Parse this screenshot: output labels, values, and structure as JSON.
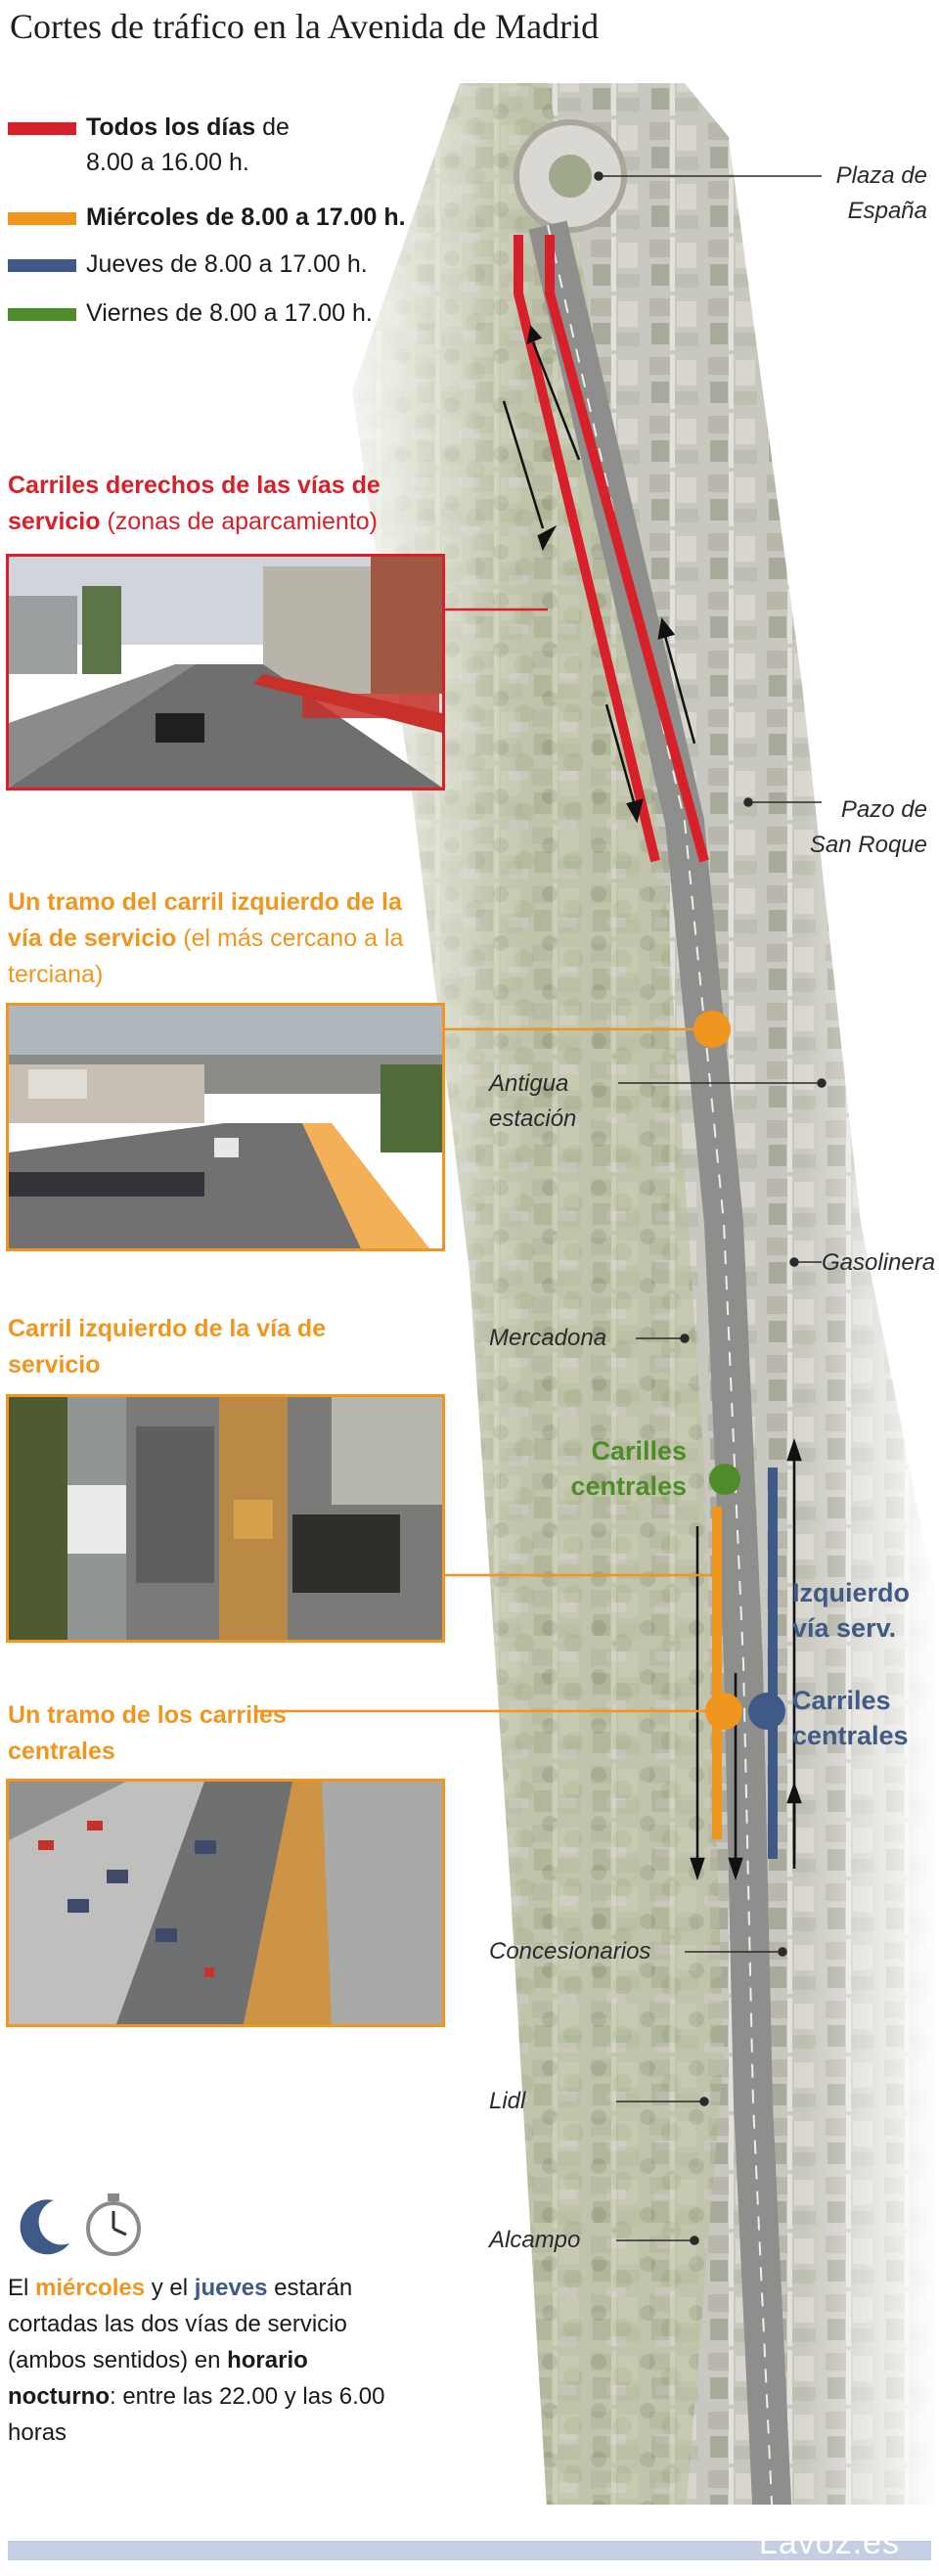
{
  "title": "Cortes de tráfico en la Avenida de Madrid",
  "colors": {
    "red": "#d7202a",
    "orange": "#f0961e",
    "blue": "#3f5a86",
    "green": "#4e8c2a",
    "grey": "#b0b0b0"
  },
  "legend": [
    {
      "color": "#d7202a",
      "bold": "Todos los días",
      "text": " de",
      "text2": "8.00 a 16.00 h."
    },
    {
      "color": "#f0961e",
      "bold": "Miércoles de 8.00 a 17.00 h.",
      "text": ""
    },
    {
      "color": "#3f5a86",
      "bold": "",
      "text": "Jueves de 8.00 a 17.00 h."
    },
    {
      "color": "#4e8c2a",
      "bold": "",
      "text": "Viernes de 8.00 a 17.00 h."
    }
  ],
  "sections": [
    {
      "title_bold": "Carriles derechos de las vías de servicio",
      "title_light": " (zonas de aparcamiento)",
      "color": "#d7202a"
    },
    {
      "title_bold": "Un tramo del carril izquierdo de la vía de servicio",
      "title_light": " (el más cercano a la terciana)",
      "color": "#f0961e"
    },
    {
      "title_bold": "Carril izquierdo de la vía de servicio",
      "title_light": "",
      "color": "#f0961e"
    },
    {
      "title_bold": "Un tramo de los carriles centrales",
      "title_light": "",
      "color": "#f0961e"
    }
  ],
  "places": {
    "plaza": "Plaza de\nEspaña",
    "pazo": "Pazo de\nSan Roque",
    "antigua": "Antigua\nestación",
    "gasolinera": "Gasolinera",
    "mercadona": "Mercadona",
    "concesionarios": "Concesionarios",
    "lidl": "Lidl",
    "alcampo": "Alcampo"
  },
  "line_labels": {
    "green": "Carilles\ncentrales",
    "blue_top": "Izquierdo\nvía serv.",
    "blue_bottom": "Carriles\ncentrales"
  },
  "note": {
    "p1": "El ",
    "w1": "miércoles",
    "p2": " y el ",
    "w2": "jueves",
    "p3": " estarán cortadas las dos vías de servicio (ambos sentidos) en ",
    "w3": "horario nocturno",
    "p4": ": entre las 22.00 y las 6.00 horas"
  },
  "brand": "Lavoz.es"
}
